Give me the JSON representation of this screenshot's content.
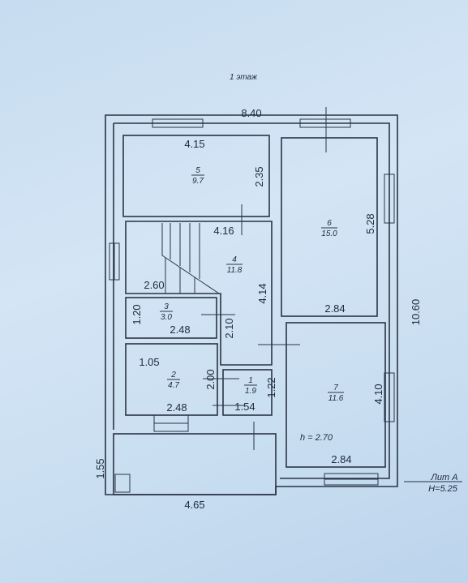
{
  "plan": {
    "title": "1 этаж",
    "overall": {
      "width_top": "8.40",
      "height_right": "10.60",
      "width_bottom": "4.65",
      "porch_height": "1.55"
    },
    "rooms": [
      {
        "number": "1",
        "area": "1.9"
      },
      {
        "number": "2",
        "area": "4.7"
      },
      {
        "number": "3",
        "area": "3.0"
      },
      {
        "number": "4",
        "area": "11.8"
      },
      {
        "number": "5",
        "area": "9.7"
      },
      {
        "number": "6",
        "area": "15.0"
      },
      {
        "number": "7",
        "area": "11.6"
      }
    ],
    "dims": {
      "r5_w": "4.15",
      "r5_h": "2.35",
      "r4_w": "4.16",
      "stair_w": "2.60",
      "r4_h": "4.14",
      "r4_inner": "2.10",
      "r3_h": "1.20",
      "r3_w": "2.48",
      "r2_h_top": "1.05",
      "r2_h": "2.00",
      "r2_w": "2.48",
      "r1_w": "1.54",
      "r1_h": "1.22",
      "r6_h": "5.28",
      "r6_w": "2.84",
      "r7_h": "4.10",
      "r7_w": "2.84"
    },
    "ceiling": "h = 2.70",
    "lit": "Лит А",
    "lit_height": "H=5.25"
  }
}
